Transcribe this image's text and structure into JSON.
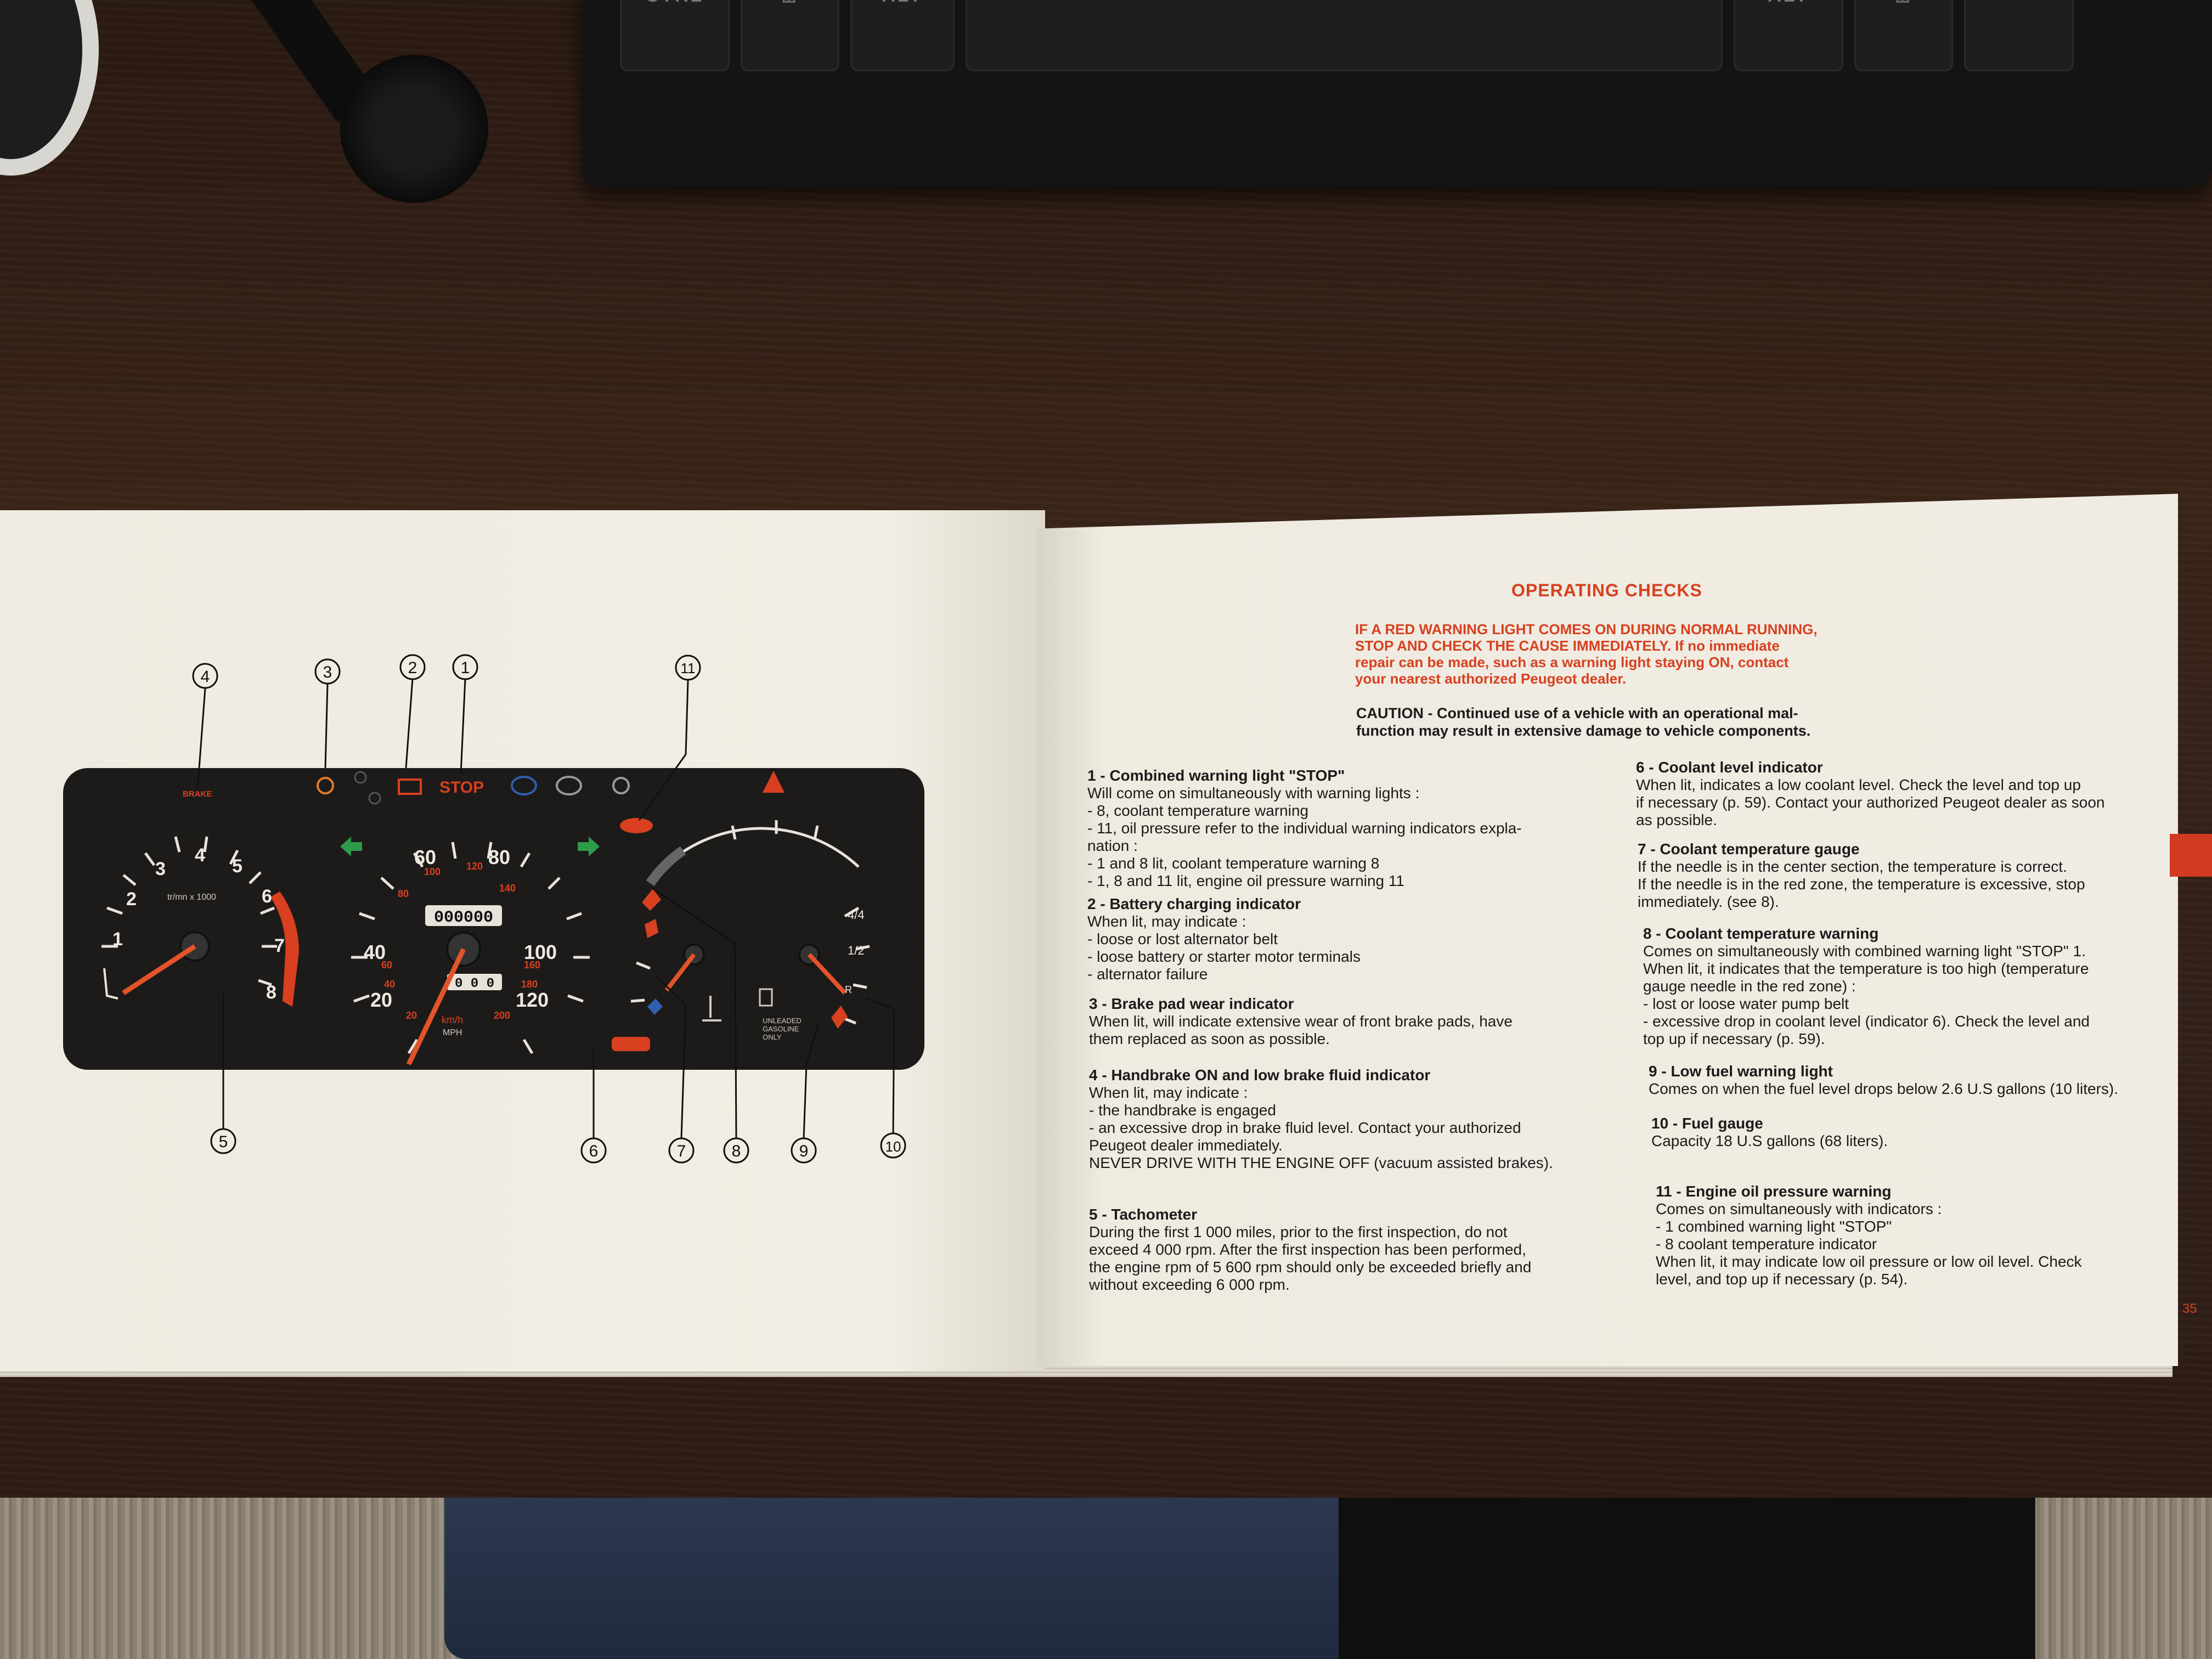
{
  "keyboard": {
    "keys": [
      "CTRL",
      "ALT",
      "ALT"
    ]
  },
  "manual_left": {
    "tach": {
      "numbers": [
        "1",
        "2",
        "3",
        "4",
        "5",
        "6",
        "7",
        "8"
      ],
      "unit_label": "tr/mn x 1000"
    },
    "speedo": {
      "mph": [
        "20",
        "40",
        "60",
        "80",
        "100",
        "120"
      ],
      "kmh": [
        "20",
        "40",
        "60",
        "80",
        "100",
        "120",
        "140",
        "160",
        "180",
        "200"
      ],
      "odometer": "000000",
      "trip": "0 0 0",
      "units": [
        "km/h",
        "MPH"
      ]
    },
    "gauges": {
      "fuel_marks": [
        "4/4",
        "1/2",
        "R"
      ],
      "fuel_note_lines": [
        "UNLEADED",
        "GASOLINE",
        "ONLY"
      ]
    },
    "indicators": {
      "brake": "BRAKE",
      "stop": "STOP"
    },
    "callouts": [
      "1",
      "2",
      "3",
      "4",
      "5",
      "6",
      "7",
      "8",
      "9",
      "10",
      "11"
    ]
  },
  "manual_right": {
    "title": "OPERATING CHECKS",
    "warning_lines": [
      "IF A RED WARNING LIGHT COMES ON DURING NORMAL RUNNING,",
      "STOP AND CHECK THE CAUSE IMMEDIATELY. If no immediate",
      "repair can be made, such as a warning light staying ON, contact",
      "your nearest authorized Peugeot dealer."
    ],
    "caution_lines": [
      "CAUTION - Continued use of a vehicle with an operational mal-",
      "function may result in extensive damage to vehicle components."
    ],
    "items_left": [
      {
        "heading": "1 - Combined warning light \"STOP\"",
        "lines": [
          "Will come on simultaneously with warning lights :",
          "- 8, coolant temperature warning",
          "- 11, oil pressure  refer to the individual warning indicators expla-",
          "  nation :",
          "- 1 and 8 lit, coolant temperature warning 8",
          "- 1, 8 and 11 lit, engine oil pressure warning 11"
        ]
      },
      {
        "heading": "2 - Battery charging indicator",
        "lines": [
          "When lit, may indicate :",
          "- loose or lost alternator belt",
          "- loose battery or starter motor terminals",
          "- alternator failure"
        ]
      },
      {
        "heading": "3 - Brake pad wear indicator",
        "lines": [
          "When lit, will indicate extensive wear of front brake pads, have",
          "them replaced as soon as possible."
        ]
      },
      {
        "heading": "4 - Handbrake ON and low brake fluid indicator",
        "lines": [
          "When lit, may indicate :",
          "- the handbrake is engaged",
          "- an excessive drop in brake fluid level. Contact your authorized",
          "  Peugeot dealer immediately.",
          "NEVER DRIVE WITH THE ENGINE  OFF (vacuum assisted brakes)."
        ]
      },
      {
        "heading": "5 - Tachometer",
        "lines": [
          "During the first 1 000 miles, prior to the first inspection, do not",
          "exceed 4 000 rpm. After the first inspection has been performed,",
          "the engine rpm of 5 600 rpm should only be exceeded briefly and",
          "without exceeding 6 000 rpm."
        ]
      }
    ],
    "items_right": [
      {
        "heading": "6 - Coolant level indicator",
        "lines": [
          "When lit, indicates a low coolant level. Check the level and top up",
          "if necessary (p. 59). Contact your authorized Peugeot dealer as soon",
          "as possible."
        ]
      },
      {
        "heading": "7 - Coolant temperature gauge",
        "lines": [
          "If the needle is in the center section, the temperature is correct.",
          "If the needle is in the red zone, the temperature is excessive, stop",
          "immediately. (see 8)."
        ]
      },
      {
        "heading": "8 - Coolant temperature warning",
        "lines": [
          "Comes on simultaneously with combined warning light \"STOP\" 1.",
          "When lit, it indicates that the temperature is too high (temperature",
          "gauge needle in the red zone) :",
          "- lost or loose water pump belt",
          "- excessive drop in coolant level (indicator 6). Check the level and",
          "  top up if necessary (p. 59)."
        ]
      },
      {
        "heading": "9 - Low fuel warning light",
        "lines": [
          "Comes on when the fuel level drops below 2.6 U.S gallons (10 liters)."
        ]
      },
      {
        "heading": "10 - Fuel gauge",
        "lines": [
          "Capacity 18 U.S gallons (68 liters)."
        ]
      },
      {
        "heading": "11 - Engine oil pressure warning",
        "lines": [
          "Comes on simultaneously with indicators :",
          "- 1 combined warning light \"STOP\"",
          "- 8 coolant temperature indicator",
          "When lit, it may indicate low oil pressure or low oil level. Check",
          "level, and top up if necessary (p. 54)."
        ]
      }
    ],
    "page_number": "35"
  }
}
